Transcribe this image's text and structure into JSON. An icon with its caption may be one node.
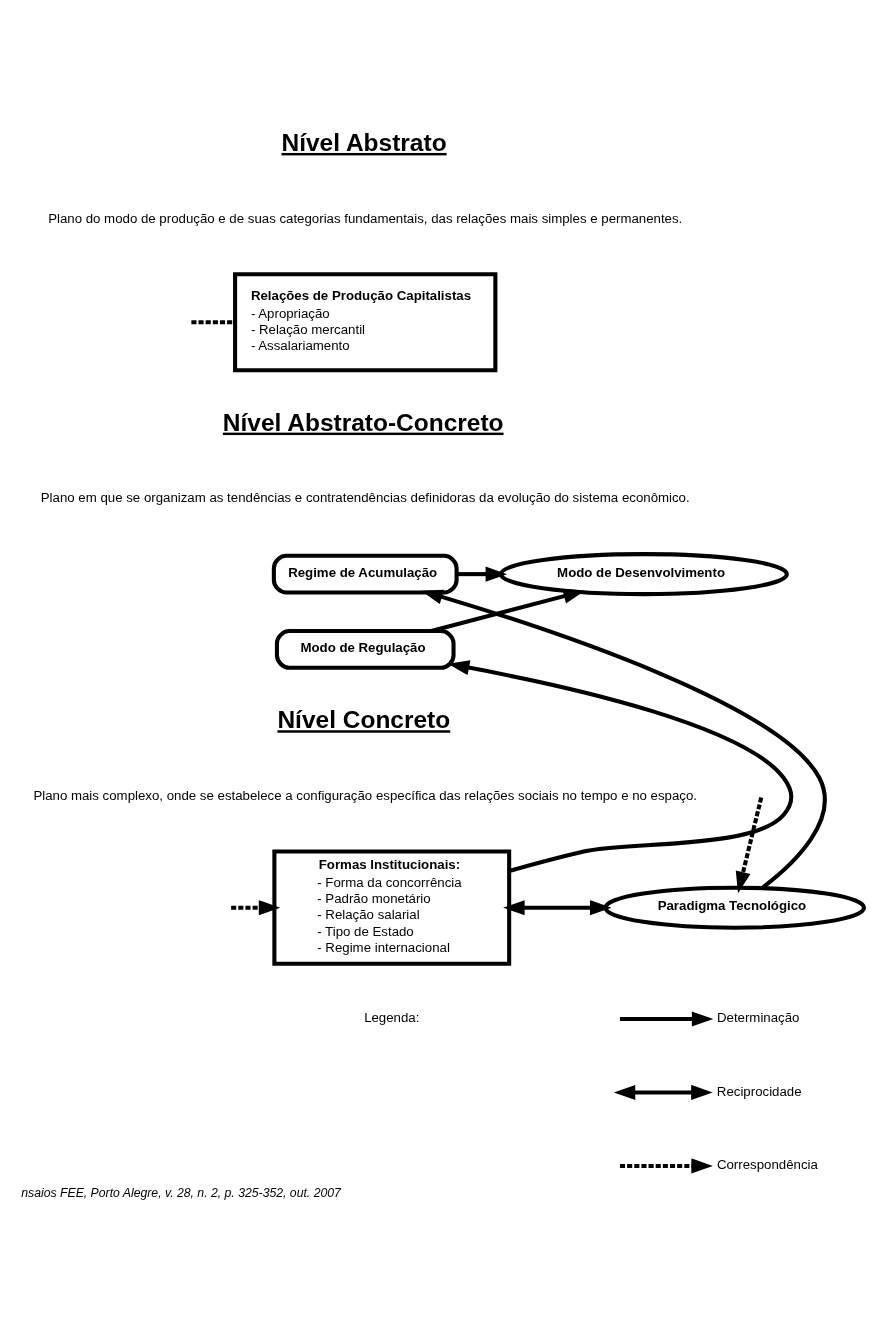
{
  "diagram": {
    "caption": "nsaios FEE, Porto Alegre, v. 28, n. 2, p. 325-352, out. 2007",
    "nodes": [
      {
        "text": [
          "Relações de Produção Capitalistas",
          "- Apropriação",
          "- Relação mercantil",
          "- Assalariamento"
        ]
      },
      {
        "text": [
          "Regime de Acumulação"
        ]
      },
      {
        "text": [
          "Modo de Desenvolvimento"
        ]
      },
      {
        "text": [
          "Modo de Regulação"
        ]
      },
      {
        "text": [
          "Formas Institucionais:",
          "- Forma da concorrência",
          "- Padrão monetário",
          "- Relação salarial",
          "- Tipo de Estado",
          "- Regime internacional"
        ]
      },
      {
        "text": [
          "Paradigma Tecnológico"
        ]
      }
    ],
    "edges": [
      {
        "from": null,
        "to": 0,
        "arrow": "none",
        "style": "dashed"
      },
      {
        "from": 1,
        "to": 2,
        "arrow": "to"
      },
      {
        "from": 3,
        "to": 2,
        "arrow": "to"
      },
      {
        "from": 5,
        "to": 1,
        "arrow": "to"
      },
      {
        "from": 4,
        "to": 3,
        "arrow": "to"
      },
      {
        "from": 4,
        "to": 5,
        "arrow": "both"
      },
      {
        "from": null,
        "to": 4,
        "arrow": "to",
        "style": "dashed"
      },
      {
        "from": null,
        "to": 5,
        "arrow": "to",
        "style": "dashed"
      }
    ],
    "labels": [
      "Nível Abstrato",
      "Plano do modo de produção e de suas categorias fundamentais, das relações mais simples e permanentes.",
      "Nível Abstrato-Concreto",
      "Plano em que se organizam as tendências e contratendências definidoras da evolução do sistema econômico.",
      "Nível Concreto",
      "Plano mais complexo, onde se estabelece a configuração específica das relações sociais no tempo e no espaço.",
      "Legenda:"
    ],
    "legend": [
      {
        "text": "Determinação"
      },
      {
        "text": "Reciprocidade"
      },
      {
        "text": "Correspondência"
      }
    ]
  }
}
